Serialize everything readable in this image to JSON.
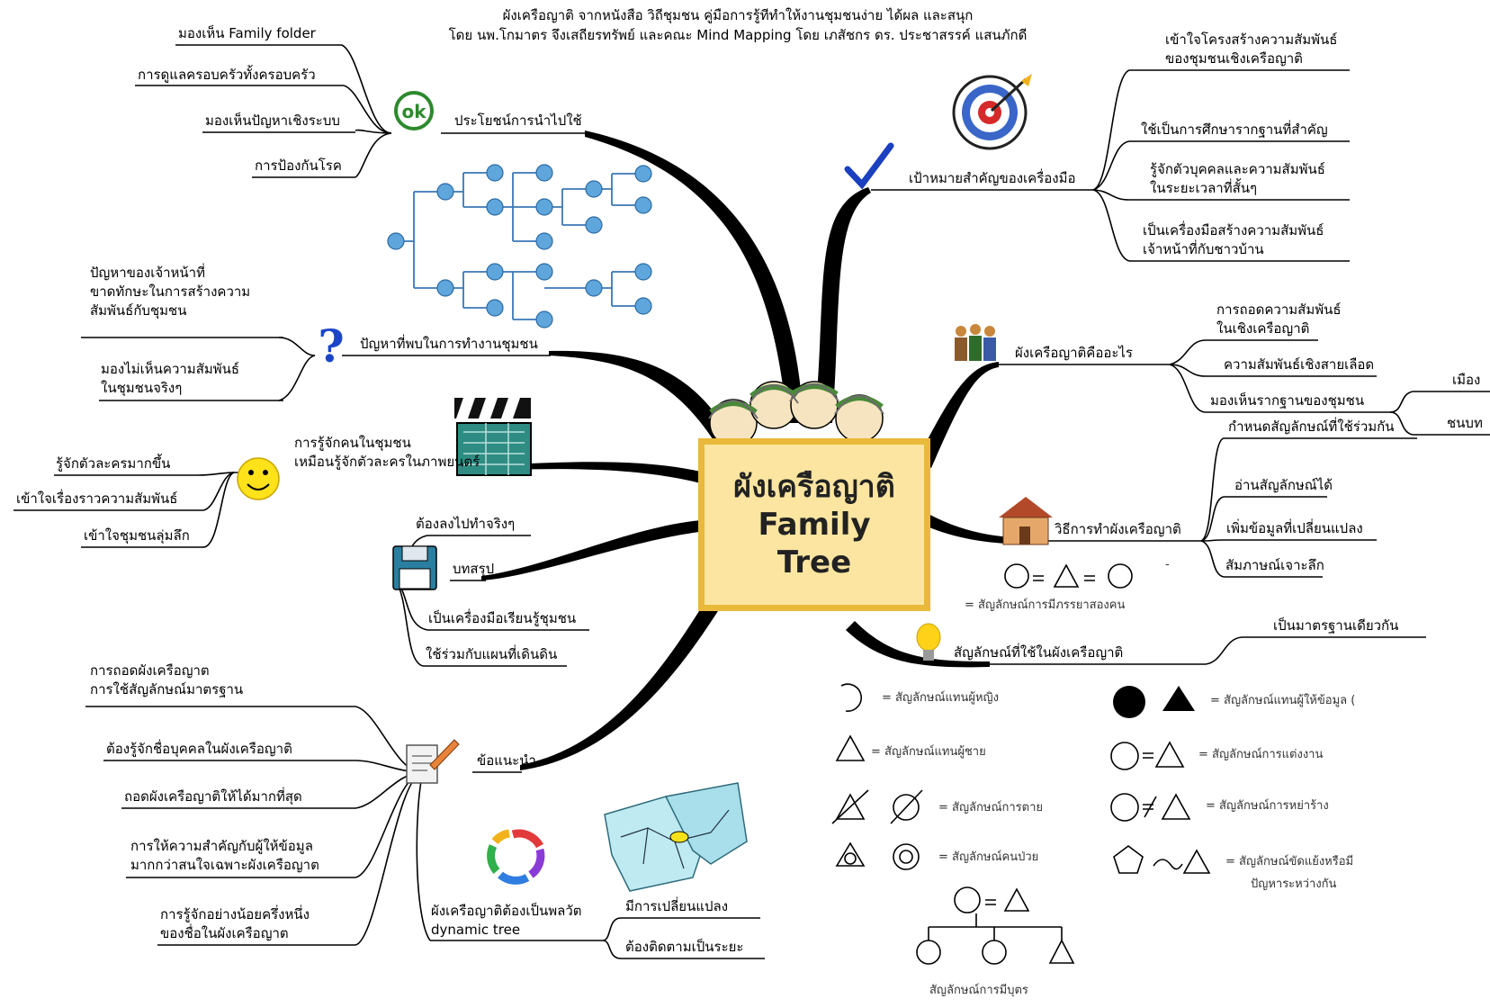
{
  "header": {
    "line1": "ผังเครือญาติ จากหนังสือ วิถีชุมชน คู่มือการรู้ทีทำให้งานชุมชนง่าย ได้ผล และสนุก",
    "line2": "โดย นพ.โกมาตร จึงเสถียรทรัพย์ และคณะ Mind Mapping โดย เภสัชกร ดร. ประชาสรรค์ แสนภักดี"
  },
  "center": {
    "line1": "ผังเครือญาติ",
    "line2": "Family",
    "line3": "Tree"
  },
  "branches": {
    "benefits": {
      "label": "ประโยชน์การนำไปใช้",
      "items": [
        "มองเห็น Family folder",
        "การดูแลครอบครัวทั้งครอบครัว",
        "มองเห็นปัญหาเชิงระบบ",
        "การป้องกันโรค"
      ]
    },
    "problems": {
      "label": "ปัญหาที่พบในการทำงานชุมชน",
      "items": [
        "ปัญหาของเจ้าหน้าที่\nขาดทักษะในการสร้างความ\nสัมพันธ์กับชุมชน",
        "มองไม่เห็นความสัมพันธ์\nในชุมชนจริงๆ"
      ]
    },
    "knowing": {
      "label": "การรู้จักคนในชุมชน\nเหมือนรู้จักตัวละครในภาพยนตร์",
      "items": [
        "รู้จักตัวละครมากขึ้น",
        "เข้าใจเรื่องราวความสัมพันธ์",
        "เข้าใจชุมชนลุ่มลึก"
      ]
    },
    "summary": {
      "label": "บทสรุป",
      "items": [
        "ต้องลงไปทำจริงๆ",
        "เป็นเครื่องมือเรียนรู้ชุมชน",
        "ใช้ร่วมกับแผนที่เดินดิน"
      ]
    },
    "advice": {
      "label": "ข้อแนะนำ",
      "items": [
        "การถอดผังเครือญาต\nการใช้สัญลักษณ์มาตรฐาน",
        "ต้องรู้จักชื่อบุคคลในผังเครือญาติ",
        "ถอดผังเครือญาติให้ได้มากที่สุด",
        "การให้ความสำคัญกับผู้ให้ข้อมูล\nมากกว่าสนใจเฉพาะผังเครือญาต",
        "การรู้จักอย่างน้อยครึ่งหนึ่ง\nของชื่อในผังเครือญาต"
      ]
    },
    "dynamic": {
      "label": "ผังเครือญาติต้องเป็นพลวัต\ndynamic tree",
      "items": [
        "มีการเปลี่ยนแปลง",
        "ต้องติดตามเป็นระยะ"
      ]
    },
    "goals": {
      "label": "เป้าหมายสำคัญของเครื่องมือ",
      "items": [
        "เข้าใจโครงสร้างความสัมพันธ์\nของชุมชนเชิงเครือญาติ",
        "ใช้เป็นการศึกษารากฐานที่สำคัญ",
        "รู้จักตัวบุคคลและความสัมพันธ์\nในระยะเวลาที่สั้นๆ",
        "เป็นเครื่องมือสร้างความสัมพันธ์\nเจ้าหน้าที่กับชาวบ้าน"
      ]
    },
    "whatis": {
      "label": "ผังเครือญาติคืออะไร",
      "items": [
        "การถอดความสัมพันธ์\nในเชิงเครือญาติ",
        "ความสัมพันธ์เชิงสายเลือด",
        "มองเห็นรากฐานของชุมชน"
      ],
      "sub": [
        "เมือง",
        "ชนบท"
      ]
    },
    "method": {
      "label": "วิธีการทำผังเครือญาติ",
      "items": [
        "กำหนดสัญลักษณ์ที่ใช้ร่วมกัน",
        "อ่านสัญลักษณ์ได้",
        "เพิ่มข้อมูลที่เปลี่ยนแปลง",
        "สัมภาษณ์เจาะลึก"
      ],
      "note": "= สัญลักษณ์การมีภรรยาสองคน",
      "dash": "-"
    },
    "symbols": {
      "label": "สัญลักษณ์ที่ใช้ในผังเครือญาติ",
      "items": [
        "เป็นมาตรฐานเดียวกัน"
      ]
    }
  },
  "legend": {
    "female": "= สัญลักษณ์แทนผู้หญิง",
    "male": "= สัญลักษณ์แทนผู้ชาย",
    "dead": "= สัญลักษณ์การตาย",
    "sick": "= สัญลักษณ์คนป่วย",
    "informant": "= สัญลักษณ์แทนผู้ให้ข้อมูล (",
    "marriage": "= สัญลักษณ์การแต่งงาน",
    "divorce": "= สัญลักษณ์การหย่าร้าง",
    "conflict1": "= สัญลักษณ์ขัดแย้งหรือมี",
    "conflict2": "ปัญหาระหว่างกัน",
    "children": "สัญลักษณ์การมีบุตร"
  },
  "icons": [
    "ok-icon",
    "question-icon",
    "smiley-icon",
    "clapperboard-icon",
    "floppy-icon",
    "notepad-icon",
    "cycle-icon",
    "map-icon",
    "checkmark-icon",
    "target-icon",
    "people-icon",
    "house-icon",
    "lightbulb-icon",
    "kids-icon",
    "tree-diagram-icon"
  ],
  "colors": {
    "branch": "#000000",
    "center_fill": "#fbe5a0",
    "center_border": "#e9b93a",
    "ok_green": "#2d8a2d",
    "check_blue": "#1a3fbf",
    "node_blue": "#5ea6dc"
  }
}
